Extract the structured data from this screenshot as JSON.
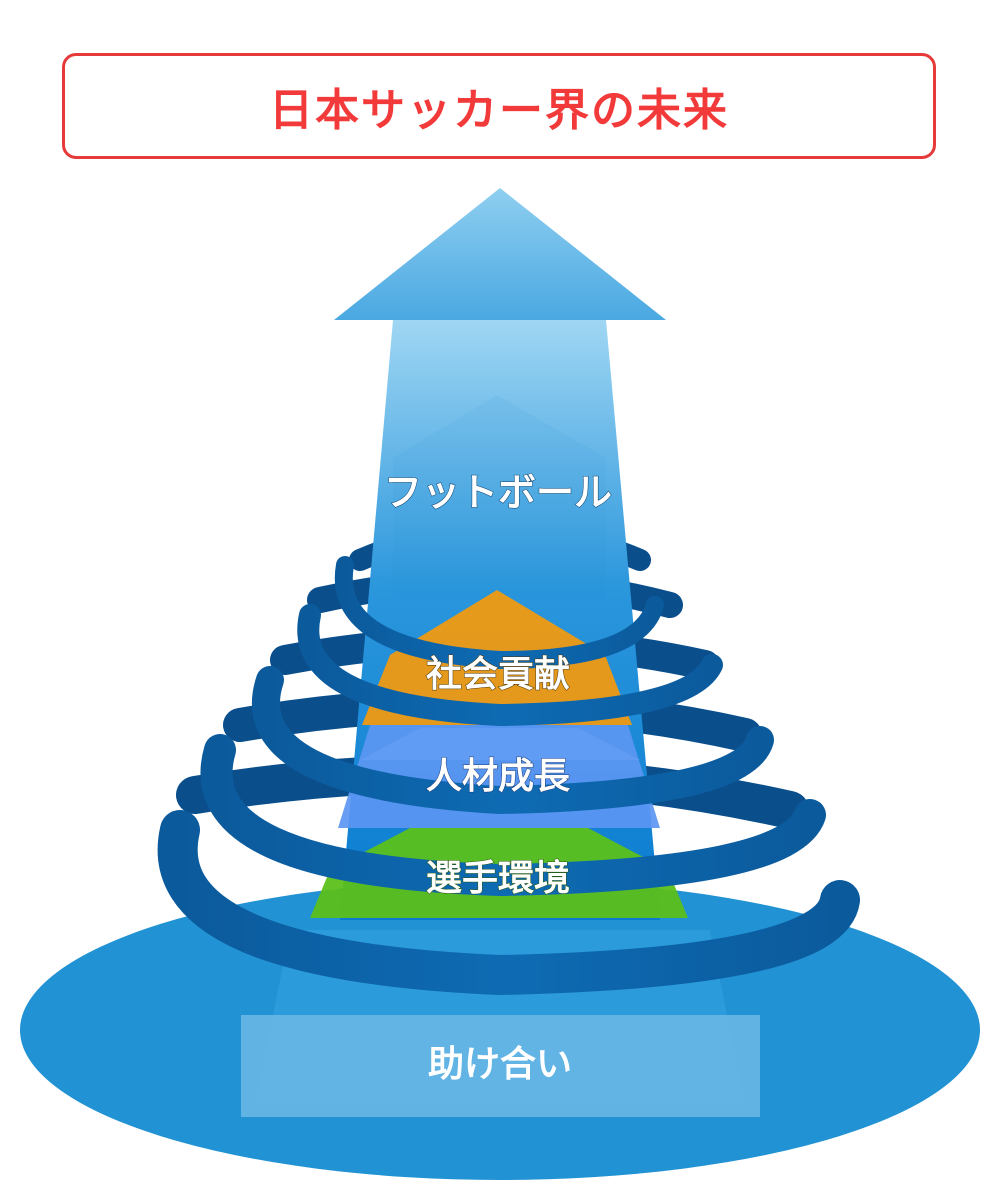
{
  "title": "日本サッカー界の未来",
  "labels": {
    "top": "フットボール",
    "level3": "社会貢献",
    "level2": "人材成長",
    "level1": "選手環境",
    "base": "助け合い"
  },
  "colors": {
    "title_red": "#f23a3a",
    "arrow_top": "#8ecdf0",
    "arrow_bottom": "#0a7bd0",
    "spiral": "#0a5fa6",
    "base_ellipse": "#2192d3",
    "social": "#f59a0c",
    "talent": "#5b96f2",
    "player": "#5cc01a",
    "base_box": "#6cb8e6"
  }
}
